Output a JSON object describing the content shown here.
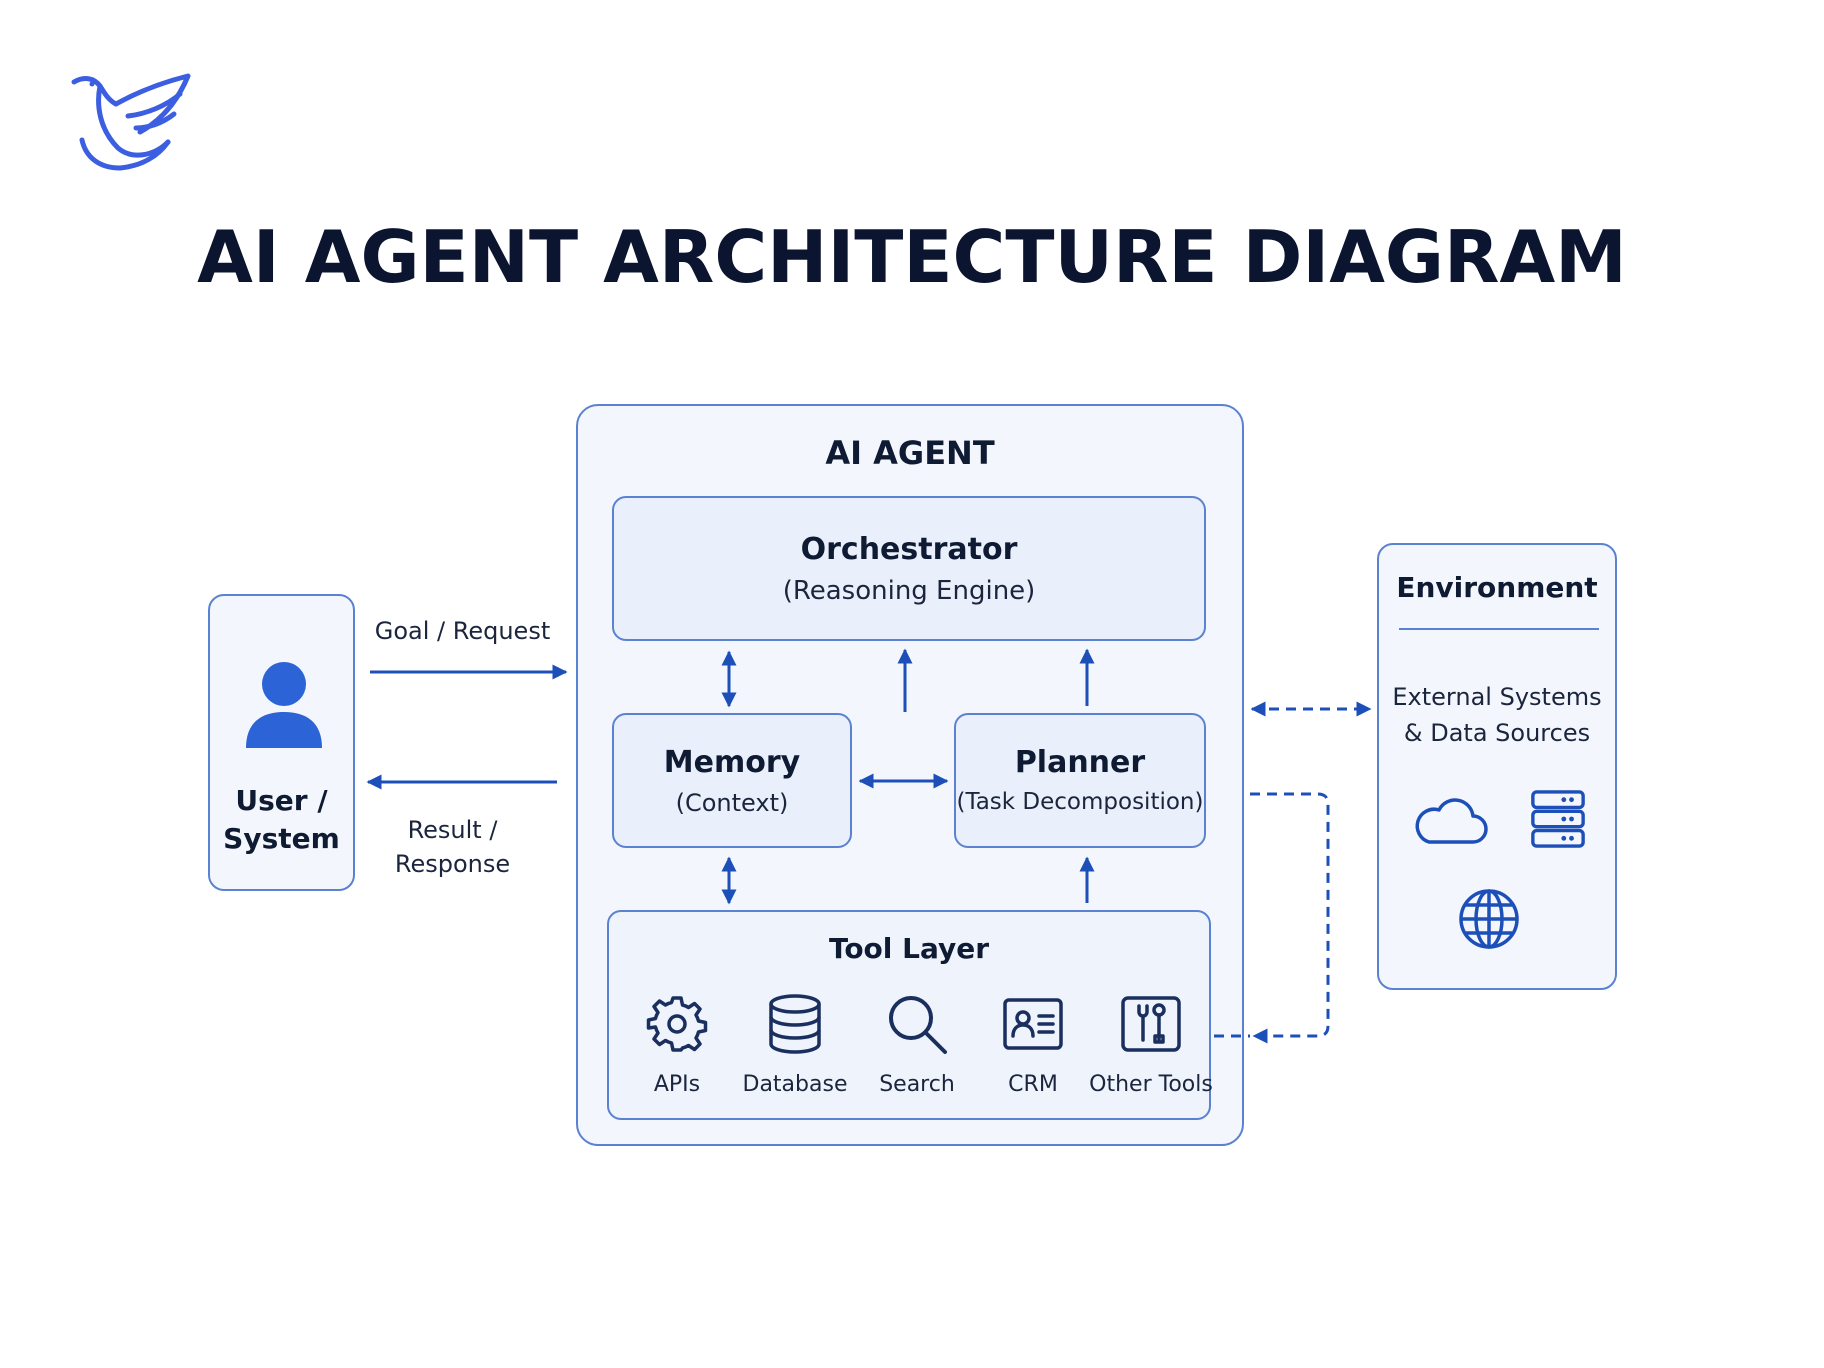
{
  "title": "AI AGENT ARCHITECTURE DIAGRAM",
  "user": {
    "label_line1": "User /",
    "label_line2": "System"
  },
  "edges": {
    "goal": "Goal / Request",
    "result_line1": "Result /",
    "result_line2": "Response"
  },
  "agent": {
    "title": "AI AGENT",
    "orchestrator": {
      "title": "Orchestrator",
      "subtitle": "(Reasoning Engine)"
    },
    "memory": {
      "title": "Memory",
      "subtitle": "(Context)"
    },
    "planner": {
      "title": "Planner",
      "subtitle": "(Task Decomposition)"
    },
    "tool_layer": {
      "title": "Tool Layer",
      "tools": [
        {
          "label": "APIs",
          "icon": "gear-icon"
        },
        {
          "label": "Database",
          "icon": "database-icon"
        },
        {
          "label": "Search",
          "icon": "search-icon"
        },
        {
          "label": "CRM",
          "icon": "contact-card-icon"
        },
        {
          "label": "Other Tools",
          "icon": "toolbox-icon"
        }
      ]
    }
  },
  "environment": {
    "title": "Environment",
    "line1": "External Systems",
    "line2": "& Data Sources",
    "icons": [
      "cloud-icon",
      "server-icon",
      "globe-icon"
    ]
  },
  "colors": {
    "accent": "#1d4fb8",
    "box_border": "#5b82d1",
    "box_fill": "#f3f7fd",
    "inner_fill": "#e9f0fb",
    "title": "#0b1530",
    "logo": "#3b5fe0"
  }
}
